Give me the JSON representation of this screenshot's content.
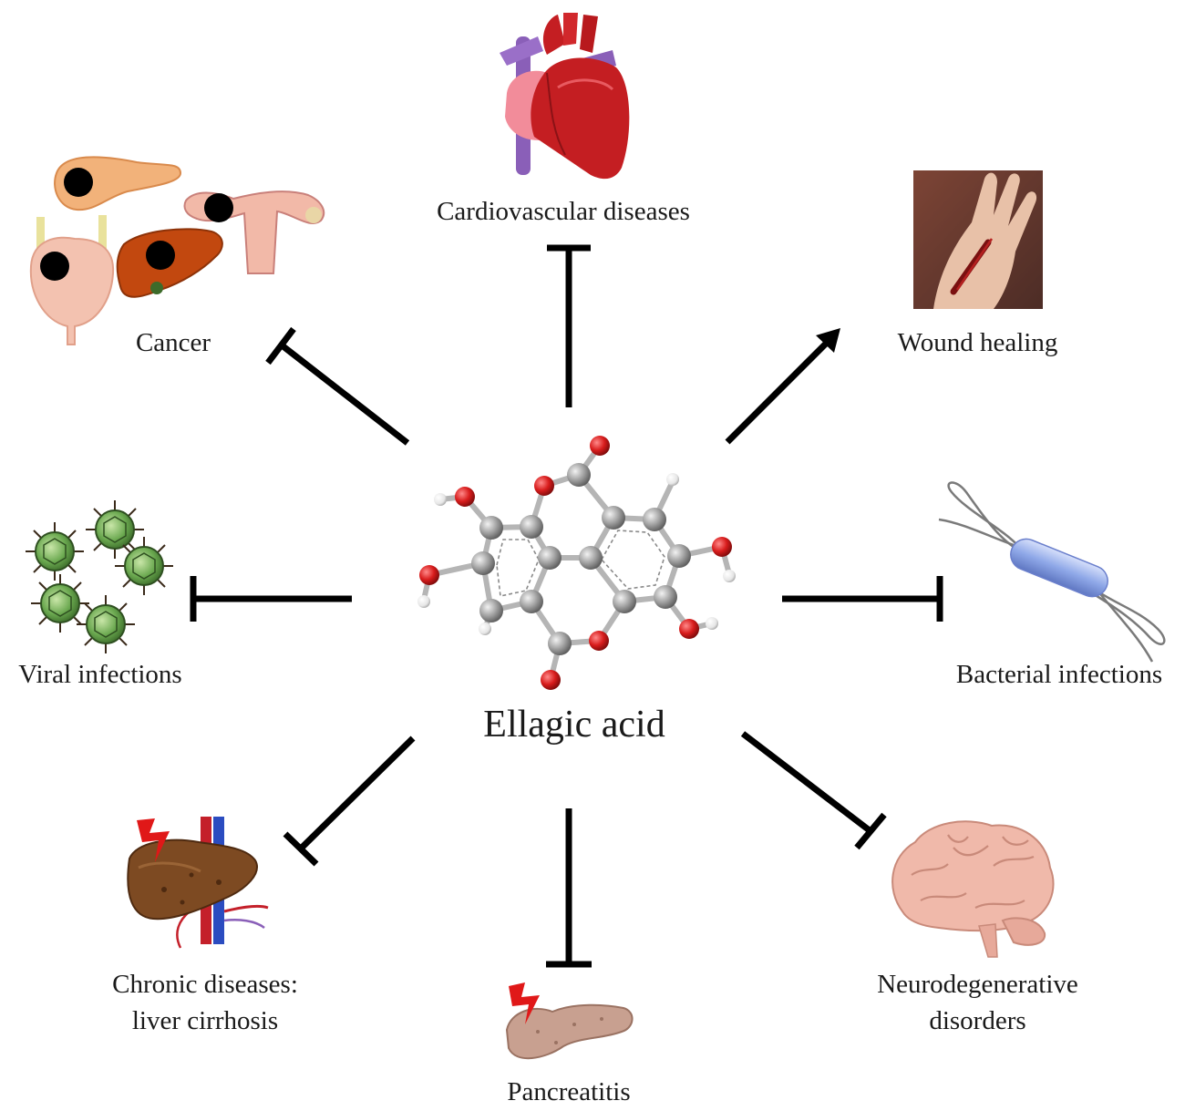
{
  "center": {
    "label": "Ellagic acid"
  },
  "effects": [
    {
      "id": "cardiovascular",
      "label": "Cardiovascular diseases",
      "relation": "inhibits",
      "icon": "heart-icon"
    },
    {
      "id": "cancer",
      "label": "Cancer",
      "relation": "inhibits",
      "icon": "organs-with-tumors-icon"
    },
    {
      "id": "wound",
      "label": "Wound healing",
      "relation": "promotes",
      "icon": "wounded-hand-icon"
    },
    {
      "id": "viral",
      "label": "Viral infections",
      "relation": "inhibits",
      "icon": "virus-particles-icon"
    },
    {
      "id": "bacterial",
      "label": "Bacterial infections",
      "relation": "inhibits",
      "icon": "bacterium-icon"
    },
    {
      "id": "chronic",
      "label_lines": [
        "Chronic diseases:",
        "liver cirrhosis"
      ],
      "relation": "inhibits",
      "icon": "liver-icon"
    },
    {
      "id": "pancreatitis",
      "label": "Pancreatitis",
      "relation": "inhibits",
      "icon": "pancreas-icon"
    },
    {
      "id": "neuro",
      "label_lines": [
        "Neurodegenerative",
        "disorders"
      ],
      "relation": "inhibits",
      "icon": "brain-icon"
    }
  ],
  "colors": {
    "arrow": "#000000",
    "oxygen": "#d81c1c",
    "carbon": "#9a9a9a",
    "hydrogen": "#f2f2f2",
    "heart": "#c41e22",
    "vessel_purple": "#8a5fb8",
    "liver": "#b24a16",
    "pancreas": "#f2b27a",
    "virus": "#6aa84f",
    "bacterium": "#8fa8e8",
    "brain": "#f0b9aa"
  }
}
